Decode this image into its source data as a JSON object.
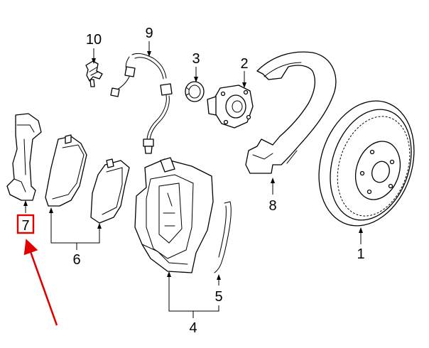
{
  "callouts": [
    {
      "id": "1",
      "label": "1",
      "part": "brake rotor"
    },
    {
      "id": "2",
      "label": "2",
      "part": "wheel hub"
    },
    {
      "id": "3",
      "label": "3",
      "part": "hub cap / seal"
    },
    {
      "id": "4",
      "label": "4",
      "part": "caliper assembly"
    },
    {
      "id": "5",
      "label": "5",
      "part": "caliper spring"
    },
    {
      "id": "6",
      "label": "6",
      "part": "brake pads"
    },
    {
      "id": "7",
      "label": "7",
      "part": "caliper bracket"
    },
    {
      "id": "8",
      "label": "8",
      "part": "splash shield"
    },
    {
      "id": "9",
      "label": "9",
      "part": "brake hose"
    },
    {
      "id": "10",
      "label": "10",
      "part": "wear sensor"
    }
  ],
  "highlight": {
    "callout": "7",
    "color": "#e00000"
  }
}
